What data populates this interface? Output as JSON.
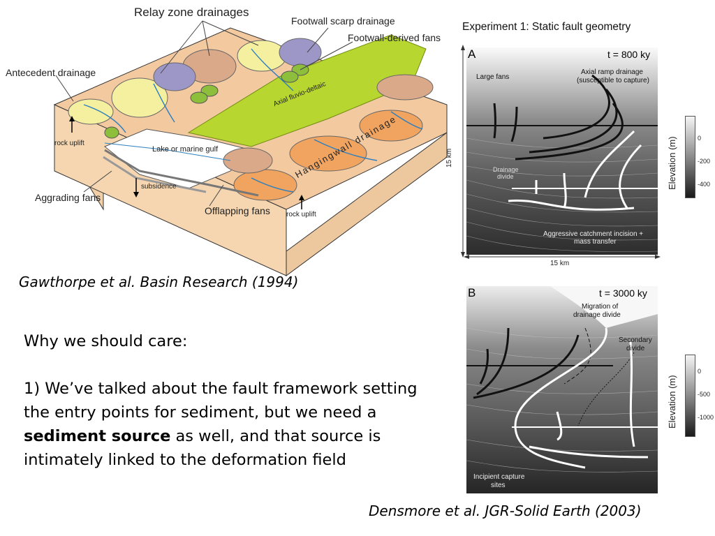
{
  "left_figure": {
    "labels": {
      "relay": "Relay zone drainages",
      "footwall_scarp": "Footwall scarp drainage",
      "footwall_fans": "Footwall-derived fans",
      "antecedent": "Antecedent drainage",
      "rock_uplift_left": "rock uplift",
      "lake": "Lake or marine gulf",
      "axial": "Axial fluvio-deltaic",
      "hangingwall": "Hangingwall drainage",
      "subsidence": "subsidence",
      "aggrading": "Aggrading fans",
      "offlapping": "Offlapping fans",
      "rock_uplift_right": "rock uplift"
    },
    "citation": "Gawthorpe et al. Basin Research (1994)"
  },
  "right_figure": {
    "title": "Experiment 1: Static fault geometry",
    "panel_a": {
      "letter": "A",
      "time": "t = 800 ky",
      "large_fans": "Large fans",
      "axial_ramp_1": "Axial ramp drainage",
      "axial_ramp_2": "(susceptible to capture)",
      "drainage_divide_1": "Drainage",
      "drainage_divide_2": "divide",
      "aggressive_1": "Aggressive catchment incision +",
      "aggressive_2": "mass transfer",
      "scale_y": "15 km",
      "scale_x": "15 km",
      "colorbar_title": "Elevation (m)",
      "colorbar_ticks": [
        "0",
        "-200",
        "-400"
      ]
    },
    "panel_b": {
      "letter": "B",
      "time": "t = 3000 ky",
      "migration_1": "Migration of",
      "migration_2": "drainage divide",
      "secondary_1": "Secondary",
      "secondary_2": "divide",
      "incipient_1": "Incipient capture",
      "incipient_2": "sites",
      "colorbar_title": "Elevation (m)",
      "colorbar_ticks": [
        "0",
        "-500",
        "-1000"
      ]
    },
    "citation": "Densmore et al. JGR-Solid Earth (2003)"
  },
  "text": {
    "heading": "Why we should care:",
    "para_1": "1) We’ve talked about the fault framework setting the entry points for sediment, but we need a ",
    "para_bold": "sediment source",
    "para_2": " as well, and that source is intimately linked to the deformation field"
  },
  "colors": {
    "block_side": "#f6d6b0",
    "block_top": "#f3c9a0",
    "fan_tan": "#d9a98a",
    "fan_orange": "#f0a460",
    "axial_green": "#b8d630",
    "relay_yellow": "#f5f0a0",
    "relay_purple": "#9d97c8",
    "water": "#ffffff",
    "river": "#2a7fc0"
  }
}
